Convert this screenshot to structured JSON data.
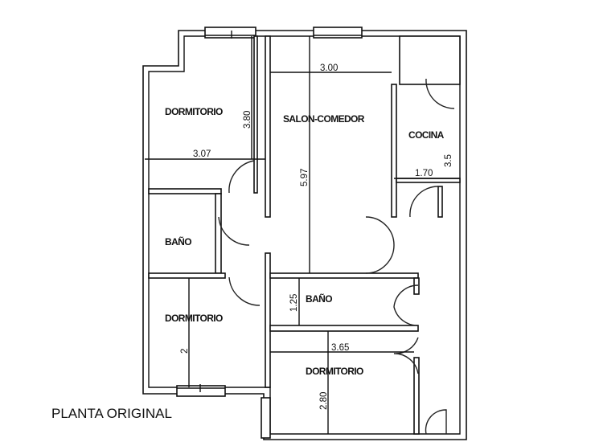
{
  "plan": {
    "caption": "PLANTA ORIGINAL",
    "rooms": {
      "dormitorio_1": "DORMITORIO",
      "salon": "SALON-COMEDOR",
      "cocina": "COCINA",
      "bano_1": "BAÑO",
      "bano_2": "BAÑO",
      "dormitorio_2": "DORMITORIO",
      "dormitorio_3": "DORMITORIO"
    },
    "dimensions": {
      "dorm1_height": "3.80",
      "dorm1_width": "3.07",
      "salon_width": "3.00",
      "salon_length": "5.97",
      "cocina_height": "3.5",
      "cocina_width": "1.70",
      "bano2_width": "1.25",
      "dorm2_height": "2",
      "dorm3_width": "3.65",
      "dorm3_height": "2.80"
    }
  }
}
